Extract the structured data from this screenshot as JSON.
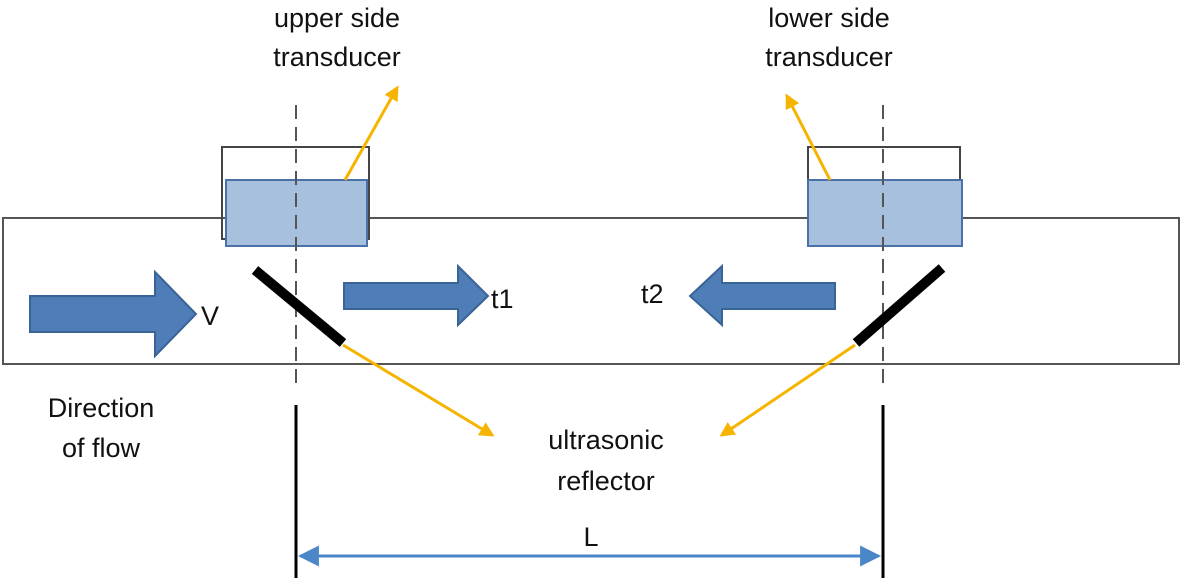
{
  "labels": {
    "upper_transducer_line1": "upper side",
    "upper_transducer_line2": "transducer",
    "lower_transducer_line1": "lower side",
    "lower_transducer_line2": "transducer",
    "velocity": "V",
    "time_downstream": "t1",
    "time_upstream": "t2",
    "flow_direction_line1": "Direction",
    "flow_direction_line2": "of flow",
    "reflector_line1": "ultrasonic",
    "reflector_line2": "reflector",
    "distance": "L"
  },
  "colors": {
    "pipe_outline": "#555555",
    "transducer_fill": "#a7c0de",
    "transducer_stroke": "#4a72a8",
    "arrow_fill": "#4f7db8",
    "arrow_stroke": "#3a6396",
    "callout": "#f5b400",
    "reflector": "#000000",
    "dimension_line": "#4a86c8",
    "text": "#111111"
  }
}
